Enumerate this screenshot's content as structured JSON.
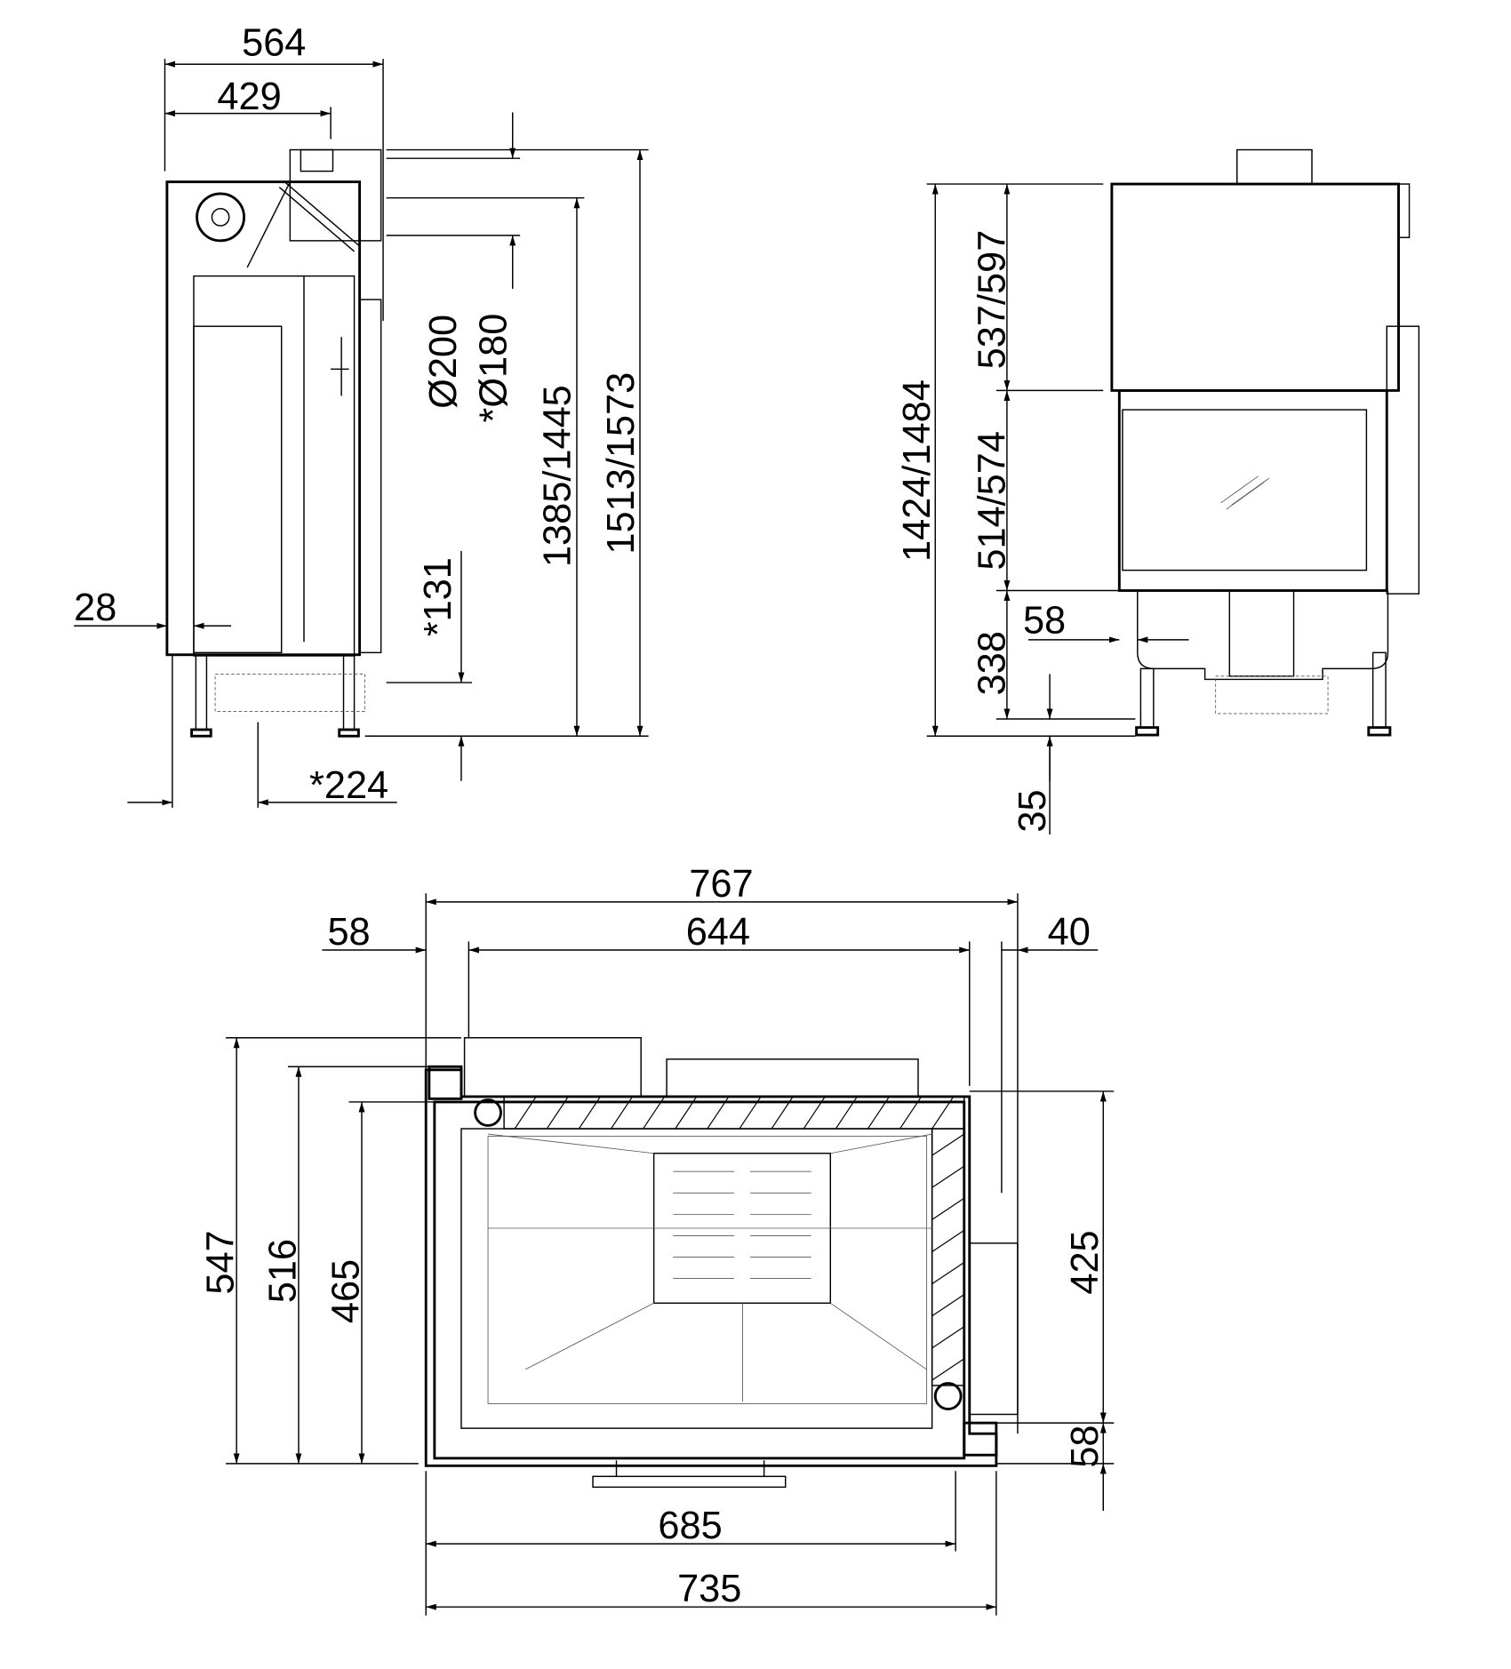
{
  "side_view": {
    "width_total": "564",
    "width_flue": "429",
    "flue_diameter": "Ø200",
    "flue_diameter_alt": "*Ø180",
    "height_flue_center": "1385/1445",
    "height_total": "1513/1573",
    "bottom_air_height": "*131",
    "bottom_air_offset": "*224",
    "front_offset": "28"
  },
  "front_view": {
    "height_total": "1424/1484",
    "upper_section": "537/597",
    "glass_section": "514/574",
    "base_height": "338",
    "foot_height": "35",
    "side_offset": "58"
  },
  "top_view": {
    "width_total": "767",
    "width_inner": "644",
    "left_offset": "58",
    "right_offset": "40",
    "depth_total": "547",
    "depth_mid": "516",
    "depth_inner": "465",
    "side_depth": "425",
    "bottom_offset": "58",
    "front_width_inner": "685",
    "front_width_total": "735"
  },
  "colors": {
    "line": "#000000",
    "background": "#ffffff"
  }
}
